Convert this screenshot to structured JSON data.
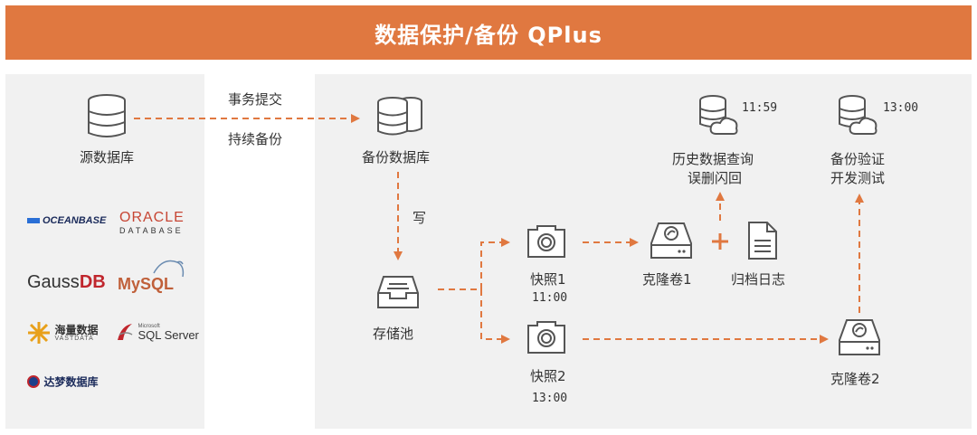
{
  "header": {
    "title": "数据保护/备份 QPlus"
  },
  "source": {
    "label": "源数据库"
  },
  "transfer": {
    "line1": "事务提交",
    "line2": "持续备份"
  },
  "backup_db": {
    "label": "备份数据库"
  },
  "write": {
    "label": "写"
  },
  "storage_pool": {
    "label": "存储池"
  },
  "snapshot1": {
    "label": "快照1",
    "time": "11:00"
  },
  "snapshot2": {
    "label": "快照2",
    "time": "13:00"
  },
  "clone1": {
    "label": "克隆卷1"
  },
  "clone2": {
    "label": "克隆卷2"
  },
  "archive_log": {
    "label": "归档日志"
  },
  "history": {
    "line1": "历史数据查询",
    "line2": "误删闪回",
    "time": "11:59"
  },
  "verify": {
    "line1": "备份验证",
    "line2": "开发测试",
    "time": "13:00"
  },
  "logos": {
    "oceanbase": "OCEANBASE",
    "oracle_top": "ORACLE",
    "oracle_bottom": "DATABASE",
    "gaussdb_a": "Gauss",
    "gaussdb_b": "DB",
    "mysql": "MySQL",
    "haliang_cn": "海量数据",
    "haliang_en": "VASTDATA",
    "sqlserver_small": "Microsoft",
    "sqlserver": "SQL Server",
    "dameng": "达梦数据库"
  },
  "colors": {
    "accent": "#e07840",
    "icon_stroke": "#555555",
    "panel": "#f1f1f1"
  }
}
